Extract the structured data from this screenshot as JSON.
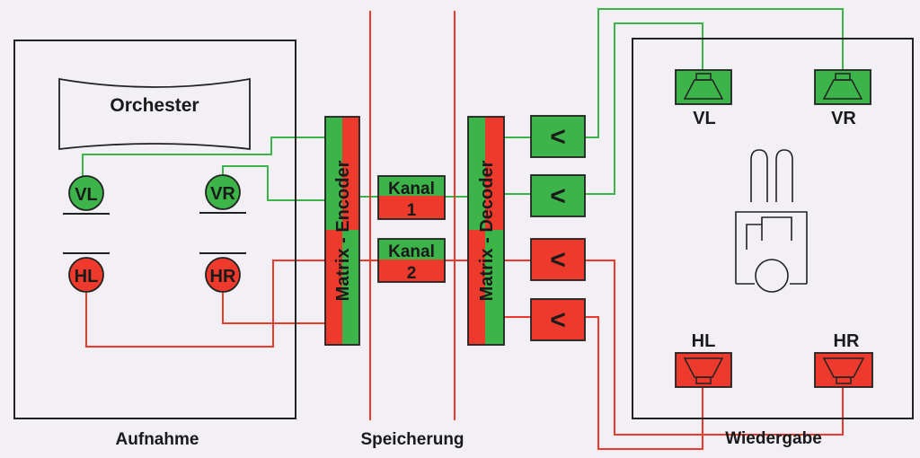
{
  "colors": {
    "green": "#3cb44a",
    "red": "#ee3a2c",
    "line": "#222222",
    "background": "#f2f0f5"
  },
  "recording": {
    "caption": "Aufnahme",
    "orchestra": "Orchester",
    "mics": {
      "front_left": "VL",
      "front_right": "VR",
      "rear_left": "HL",
      "rear_right": "HR"
    }
  },
  "encoder": {
    "label": "Matrix - Encoder"
  },
  "storage": {
    "caption": "Speicherung",
    "channels": [
      {
        "line1": "Kanal",
        "line2": "1"
      },
      {
        "line1": "Kanal",
        "line2": "2"
      }
    ]
  },
  "decoder": {
    "label": "Matrix - Decoder"
  },
  "amplifier_symbol": "<",
  "playback": {
    "caption": "Wiedergabe",
    "speakers": {
      "front_left": "VL",
      "front_right": "VR",
      "rear_left": "HL",
      "rear_right": "HR"
    }
  }
}
